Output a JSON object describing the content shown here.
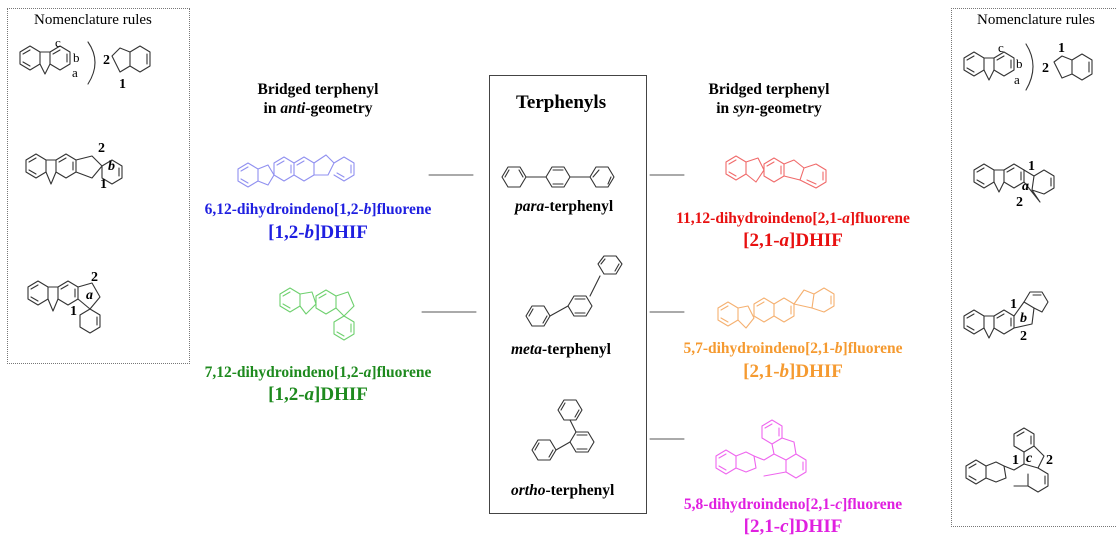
{
  "rules": {
    "title": "Nomenclature rules",
    "labels": {
      "a": "a",
      "b": "b",
      "c": "c",
      "one": "1",
      "two": "2"
    }
  },
  "anti": {
    "heading_line1": "Bridged terphenyl",
    "heading_prefix": "in ",
    "heading_italic": "anti",
    "heading_suffix": "-geometry"
  },
  "syn": {
    "heading_line1": "Bridged terphenyl",
    "heading_prefix": "in ",
    "heading_italic": "syn",
    "heading_suffix": "-geometry"
  },
  "terphenyls": {
    "title": "Terphenyls",
    "items": [
      {
        "italic": "para",
        "suffix": "-terphenyl"
      },
      {
        "italic": "meta",
        "suffix": "-terphenyl"
      },
      {
        "italic": "ortho",
        "suffix": "-terphenyl"
      }
    ]
  },
  "compounds": [
    {
      "pre": "6,12-dihydroindeno[1,2-",
      "it": "b",
      "post": "]fluorene",
      "abbr_pre": "[1,2-",
      "abbr_it": "b",
      "abbr_post": "]DHIF",
      "color": "#1f1fe0"
    },
    {
      "pre": "7,12-dihydroindeno[1,2-",
      "it": "a",
      "post": "]fluorene",
      "abbr_pre": "[1,2-",
      "abbr_it": "a",
      "abbr_post": "]DHIF",
      "color": "#1e8a1e"
    },
    {
      "pre": "11,12-dihydroindeno[2,1-",
      "it": "a",
      "post": "]fluorene",
      "abbr_pre": "[2,1-",
      "abbr_it": "a",
      "abbr_post": "]DHIF",
      "color": "#e81010"
    },
    {
      "pre": "5,7-dihydroindeno[2,1-",
      "it": "b",
      "post": "]fluorene",
      "abbr_pre": "[2,1-",
      "abbr_it": "b",
      "abbr_post": "]DHIF",
      "color": "#f59a30"
    },
    {
      "pre": "5,8-dihydroindeno[2,1-",
      "it": "c",
      "post": "]fluorene",
      "abbr_pre": "[2,1-",
      "abbr_it": "c",
      "abbr_post": "]DHIF",
      "color": "#e020e0"
    }
  ],
  "colors": {
    "structure_light": "#9090f0",
    "structure_green": "#6ed06e",
    "structure_red": "#f06a6a",
    "structure_orange": "#f5b070",
    "structure_magenta": "#ee66ee"
  }
}
